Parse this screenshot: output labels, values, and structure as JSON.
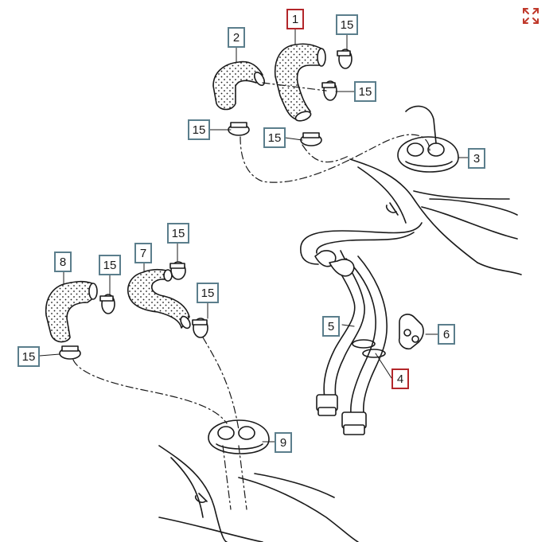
{
  "diagram": {
    "callouts": [
      {
        "id": "c1",
        "label": "1",
        "highlight": true
      },
      {
        "id": "c2",
        "label": "2",
        "highlight": false
      },
      {
        "id": "c3",
        "label": "3",
        "highlight": false
      },
      {
        "id": "c4",
        "label": "4",
        "highlight": true
      },
      {
        "id": "c5",
        "label": "5",
        "highlight": false
      },
      {
        "id": "c6",
        "label": "6",
        "highlight": false
      },
      {
        "id": "c7",
        "label": "7",
        "highlight": false
      },
      {
        "id": "c8",
        "label": "8",
        "highlight": false
      },
      {
        "id": "c9",
        "label": "9",
        "highlight": false
      },
      {
        "id": "c15a",
        "label": "15",
        "highlight": false
      },
      {
        "id": "c15b",
        "label": "15",
        "highlight": false
      },
      {
        "id": "c15c",
        "label": "15",
        "highlight": false
      },
      {
        "id": "c15d",
        "label": "15",
        "highlight": false
      },
      {
        "id": "c15e",
        "label": "15",
        "highlight": false
      },
      {
        "id": "c15f",
        "label": "15",
        "highlight": false
      },
      {
        "id": "c15g",
        "label": "15",
        "highlight": false
      },
      {
        "id": "c15h",
        "label": "15",
        "highlight": false
      }
    ]
  },
  "toolbar": {
    "expand_icon": "expand-icon"
  },
  "colors": {
    "callout_border": "#5b7e8c",
    "callout_highlight": "#b3262a",
    "line": "#1a1a1a",
    "expand_icon": "#c0392b"
  }
}
